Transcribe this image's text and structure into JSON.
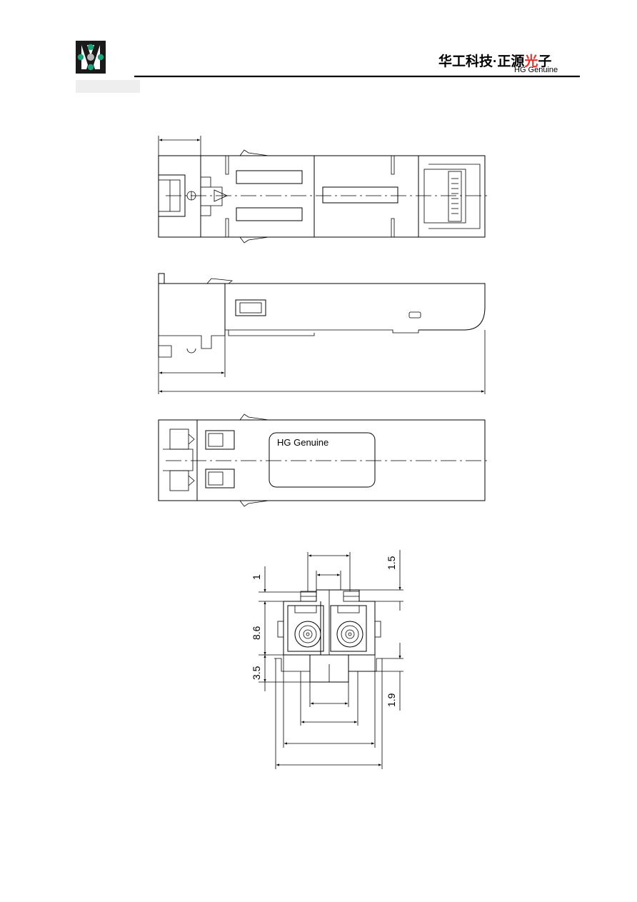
{
  "header": {
    "company_cn": "华工科技·正源光子",
    "company_cn_main": "华工科技·正源",
    "company_cn_accent": "光",
    "company_cn_tail": "子",
    "company_en": "HG Genuine",
    "accent_color": "#e8352b"
  },
  "drawing": {
    "label_text": "HG Genuine",
    "dims": {
      "d1": "1",
      "d1_5": "1.5",
      "d8_6": "8.6",
      "d3_5": "3.5",
      "d1_9": "1.9"
    }
  }
}
